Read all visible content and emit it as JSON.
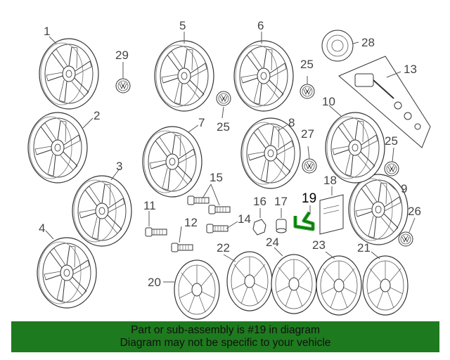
{
  "diagram": {
    "callouts": [
      {
        "id": "c1",
        "text": "1"
      },
      {
        "id": "c2",
        "text": "2"
      },
      {
        "id": "c3",
        "text": "3"
      },
      {
        "id": "c4",
        "text": "4"
      },
      {
        "id": "c5",
        "text": "5"
      },
      {
        "id": "c6",
        "text": "6"
      },
      {
        "id": "c7",
        "text": "7"
      },
      {
        "id": "c8",
        "text": "8"
      },
      {
        "id": "c9",
        "text": "9"
      },
      {
        "id": "c10",
        "text": "10"
      },
      {
        "id": "c11",
        "text": "11"
      },
      {
        "id": "c12",
        "text": "12"
      },
      {
        "id": "c13",
        "text": "13"
      },
      {
        "id": "c14",
        "text": "14"
      },
      {
        "id": "c15",
        "text": "15"
      },
      {
        "id": "c16",
        "text": "16"
      },
      {
        "id": "c17",
        "text": "17"
      },
      {
        "id": "c18",
        "text": "18"
      },
      {
        "id": "c19",
        "text": "19"
      },
      {
        "id": "c20",
        "text": "20"
      },
      {
        "id": "c21",
        "text": "21"
      },
      {
        "id": "c22",
        "text": "22"
      },
      {
        "id": "c23",
        "text": "23"
      },
      {
        "id": "c24",
        "text": "24"
      },
      {
        "id": "c25a",
        "text": "25"
      },
      {
        "id": "c25b",
        "text": "25"
      },
      {
        "id": "c25c",
        "text": "25"
      },
      {
        "id": "c26",
        "text": "26"
      },
      {
        "id": "c27",
        "text": "27"
      },
      {
        "id": "c28",
        "text": "28"
      },
      {
        "id": "c29",
        "text": "29"
      }
    ],
    "highlight_color": "#1e9e1e"
  },
  "banner": {
    "line1": "Part or sub-assembly is #19 in diagram",
    "line2": "Diagram may not be specific to your vehicle",
    "background": "#1e7a1e"
  }
}
